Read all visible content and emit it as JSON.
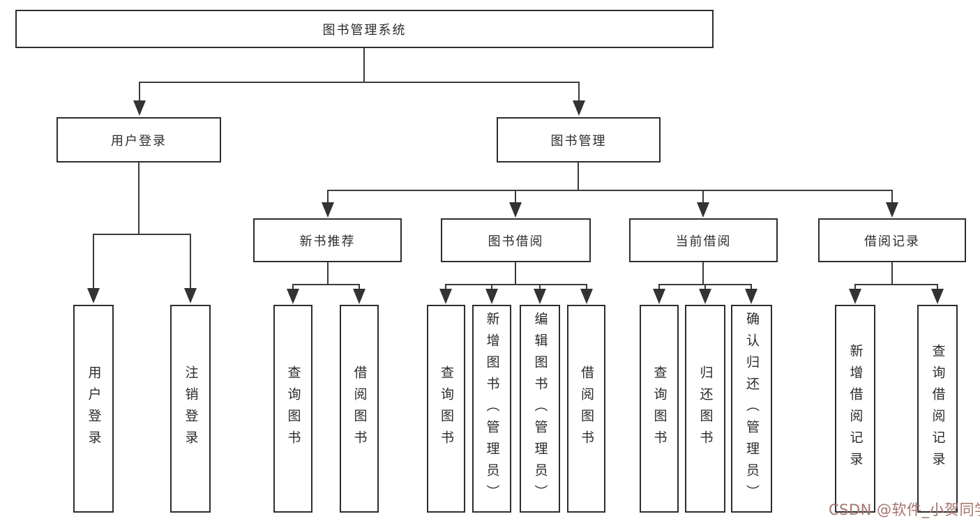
{
  "colors": {
    "background": "#ffffff",
    "line": "#3a3a3a",
    "box_border": "#2d2d2d",
    "text": "#2b2b2b",
    "watermark": "#a5736d"
  },
  "tree": {
    "root": {
      "label": "图书管理系统"
    },
    "branches": [
      {
        "label": "用户登录",
        "children": [
          {
            "label": "用户登录"
          },
          {
            "label": "注销登录"
          }
        ]
      },
      {
        "label": "图书管理",
        "sections": [
          {
            "label": "新书推荐",
            "children": [
              {
                "label": "查询图书"
              },
              {
                "label": "借阅图书"
              }
            ]
          },
          {
            "label": "图书借阅",
            "children": [
              {
                "label": "查询图书"
              },
              {
                "label": "新增图书（管理员）"
              },
              {
                "label": "编辑图书（管理员）"
              },
              {
                "label": "借阅图书"
              }
            ]
          },
          {
            "label": "当前借阅",
            "children": [
              {
                "label": "查询图书"
              },
              {
                "label": "归还图书"
              },
              {
                "label": "确认归还（管理员）"
              }
            ]
          },
          {
            "label": "借阅记录",
            "children": [
              {
                "label": "新增借阅记录"
              },
              {
                "label": "查询借阅记录"
              }
            ]
          }
        ]
      }
    ]
  },
  "watermark": {
    "text": "CSDN @软件_小贺同学"
  }
}
